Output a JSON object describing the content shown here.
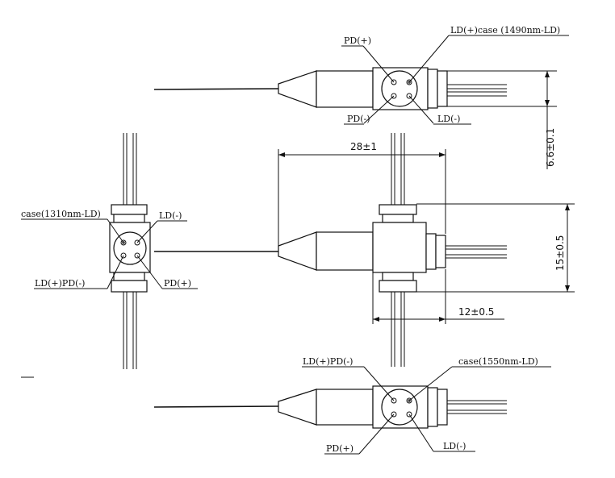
{
  "labels": {
    "top": {
      "pd_plus": "PD(+)",
      "ld_plus_case": "LD(+)case  (1490nm-LD)",
      "pd_minus": "PD(-)",
      "ld_minus": "LD(-)"
    },
    "left": {
      "case": "case(1310nm-LD)",
      "ld_minus": "LD(-)",
      "ld_plus_pd_minus": "LD(+)PD(-)",
      "pd_plus": "PD(+)"
    },
    "bottom": {
      "ld_plus_pd_minus": "LD(+)PD(-)",
      "case": "case(1550nm-LD)",
      "pd_plus": "PD(+)",
      "ld_minus": "LD(-)"
    }
  },
  "dimensions": {
    "length": "28±1",
    "height_top": "6.6±0.1",
    "height_mid": "15±0.5",
    "width": "12±0.5"
  },
  "colors": {
    "ink": "#111111",
    "paper": "#ffffff"
  }
}
